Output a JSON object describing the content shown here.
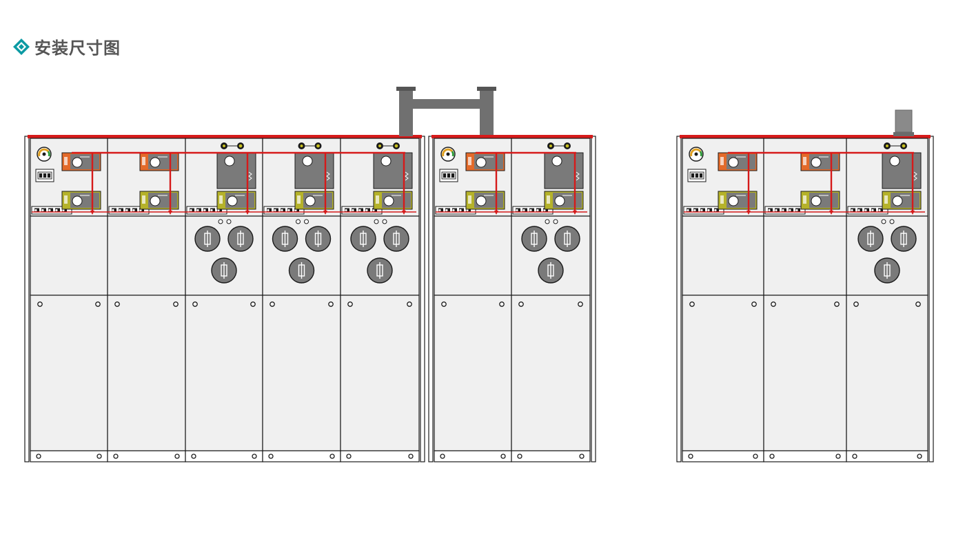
{
  "header": {
    "title": "安装尺寸图",
    "icon": "diamond-bullet-icon"
  },
  "colors": {
    "accent": "#0b9aa3",
    "busbar": "#d61a1a",
    "panel": "#f0f0f0",
    "frame": "#1a1a1a",
    "orange_plate": "#e36a2a",
    "olive_plate": "#b5b22a",
    "mechanism": "#7a7a7a",
    "connector": "#707070"
  },
  "assemblies": [
    {
      "name": "five-panel-unit",
      "panels": [
        {
          "type": "C",
          "fuse_holders": 0,
          "counter": true
        },
        {
          "type": "C",
          "fuse_holders": 0,
          "counter": false
        },
        {
          "type": "F",
          "fuse_holders": 3,
          "counter": false
        },
        {
          "type": "F",
          "fuse_holders": 3,
          "counter": false
        },
        {
          "type": "F",
          "fuse_holders": 3,
          "counter": false
        }
      ]
    },
    {
      "name": "two-panel-unit",
      "panels": [
        {
          "type": "C",
          "fuse_holders": 0,
          "counter": true
        },
        {
          "type": "F",
          "fuse_holders": 3,
          "counter": false
        }
      ]
    },
    {
      "name": "three-panel-unit",
      "panels": [
        {
          "type": "C",
          "fuse_holders": 0,
          "counter": true
        },
        {
          "type": "C",
          "fuse_holders": 0,
          "counter": false
        },
        {
          "type": "F",
          "fuse_holders": 3,
          "counter": false
        }
      ]
    }
  ]
}
